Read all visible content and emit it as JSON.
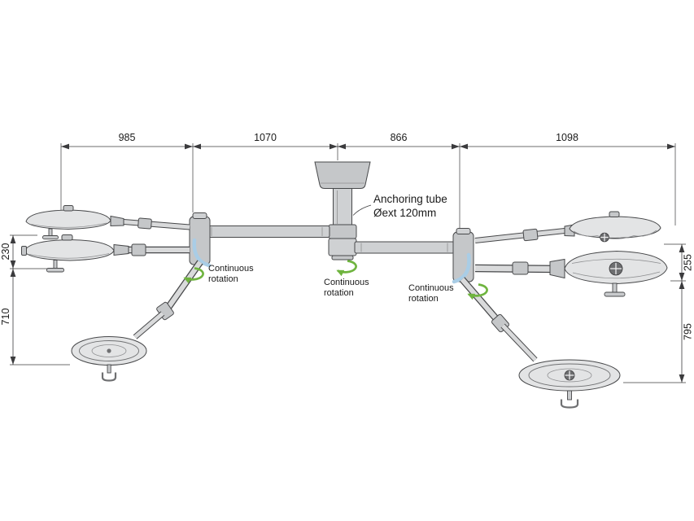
{
  "diagram": {
    "dims": {
      "top": [
        "985",
        "1070",
        "866",
        "1098"
      ],
      "left": [
        "230",
        "710"
      ],
      "right": [
        "255",
        "795"
      ]
    },
    "labels": {
      "anchoring_line1": "Anchoring tube",
      "anchoring_line2": "Øext 120mm",
      "rotation_line1": "Continuous",
      "rotation_line2": "rotation"
    },
    "colors": {
      "accent_green": "#6fb43f",
      "accent_blue": "#a9cde6",
      "line": "#3b3b3d",
      "metal_light": "#e3e4e5",
      "metal_mid": "#c9cbcd"
    }
  }
}
